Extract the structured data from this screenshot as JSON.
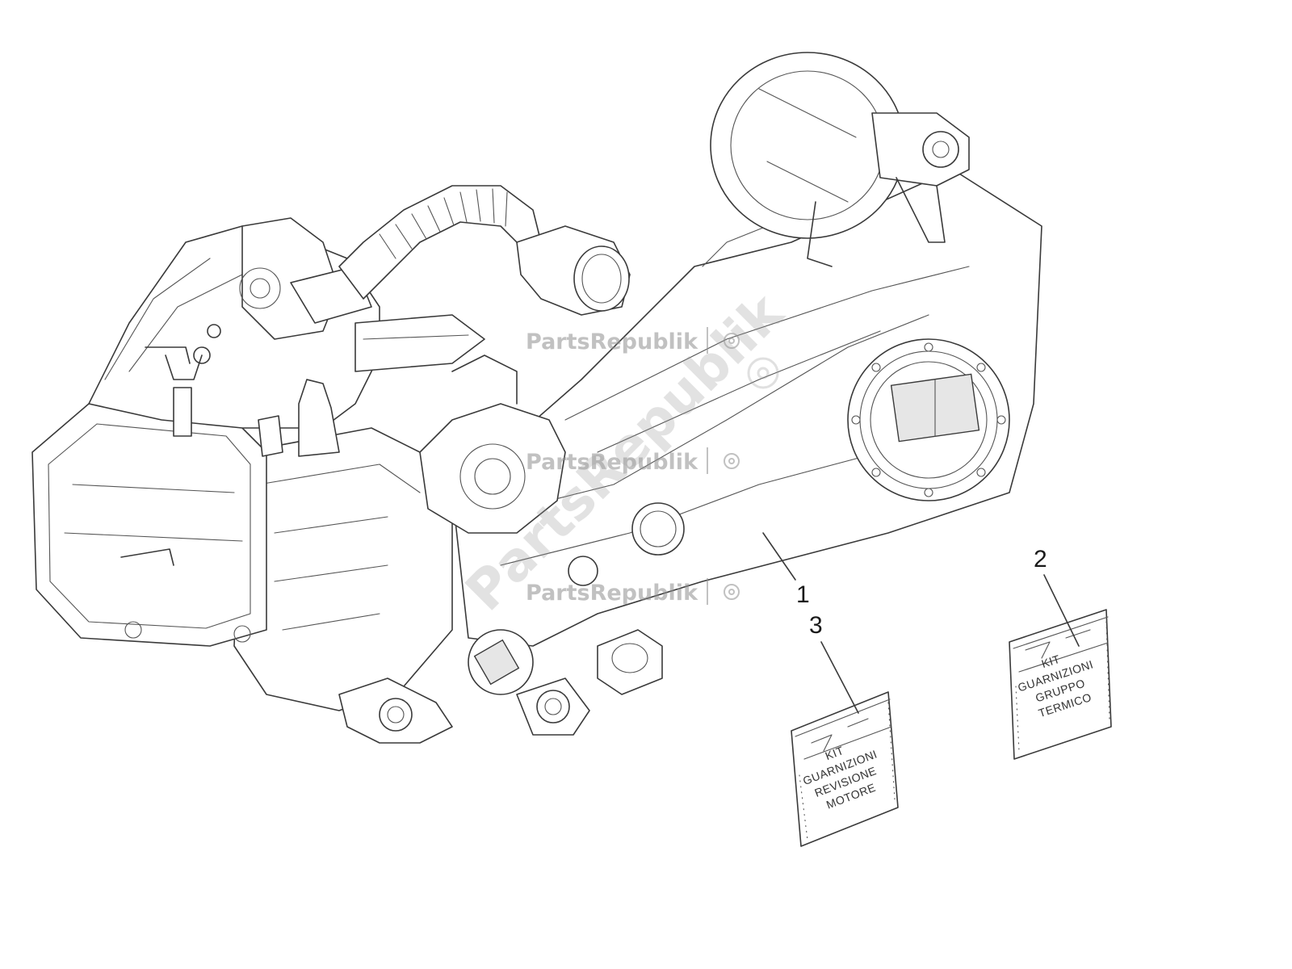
{
  "diagram": {
    "callouts": [
      {
        "id": "1",
        "label": "1"
      },
      {
        "id": "2",
        "label": "2"
      },
      {
        "id": "3",
        "label": "3"
      }
    ],
    "kit_bag_2": {
      "lines": [
        "KIT",
        "GUARNIZIONI",
        "GRUPPO",
        "TERMICO"
      ]
    },
    "kit_bag_3": {
      "lines": [
        "KIT",
        "GUARNIZIONI",
        "REVISIONE",
        "MOTORE"
      ]
    },
    "watermark": {
      "text": "PartsRepublik",
      "diagonal_text": "PartsRepublik"
    }
  }
}
